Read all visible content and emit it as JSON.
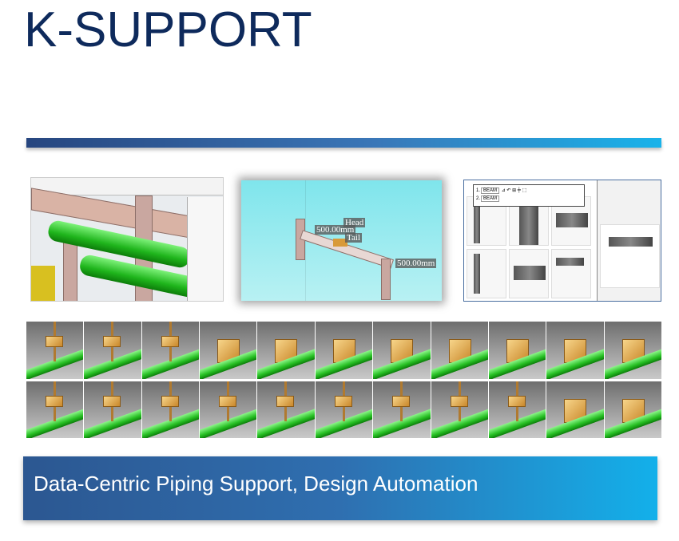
{
  "title": "K-SUPPORT",
  "banner": {
    "text": "Data-Centric Piping Support, Design Automation"
  },
  "screenshot_2": {
    "labels": {
      "head": "Head",
      "tail": "Tail",
      "dim_top": "500.00mm",
      "dim_right": "500.00mm"
    }
  },
  "screenshot_3": {
    "toolbar": {
      "row1_index": "1.",
      "row2_index": "2.",
      "row1_type": "BEAM",
      "row2_type": "BEAM"
    }
  },
  "tiles": {
    "count": 22
  },
  "colors": {
    "title": "#0e2a5c",
    "banner_start": "#2c5791",
    "banner_end": "#13b0ea",
    "pipe": "#27c024",
    "support": "#d99a3a"
  }
}
